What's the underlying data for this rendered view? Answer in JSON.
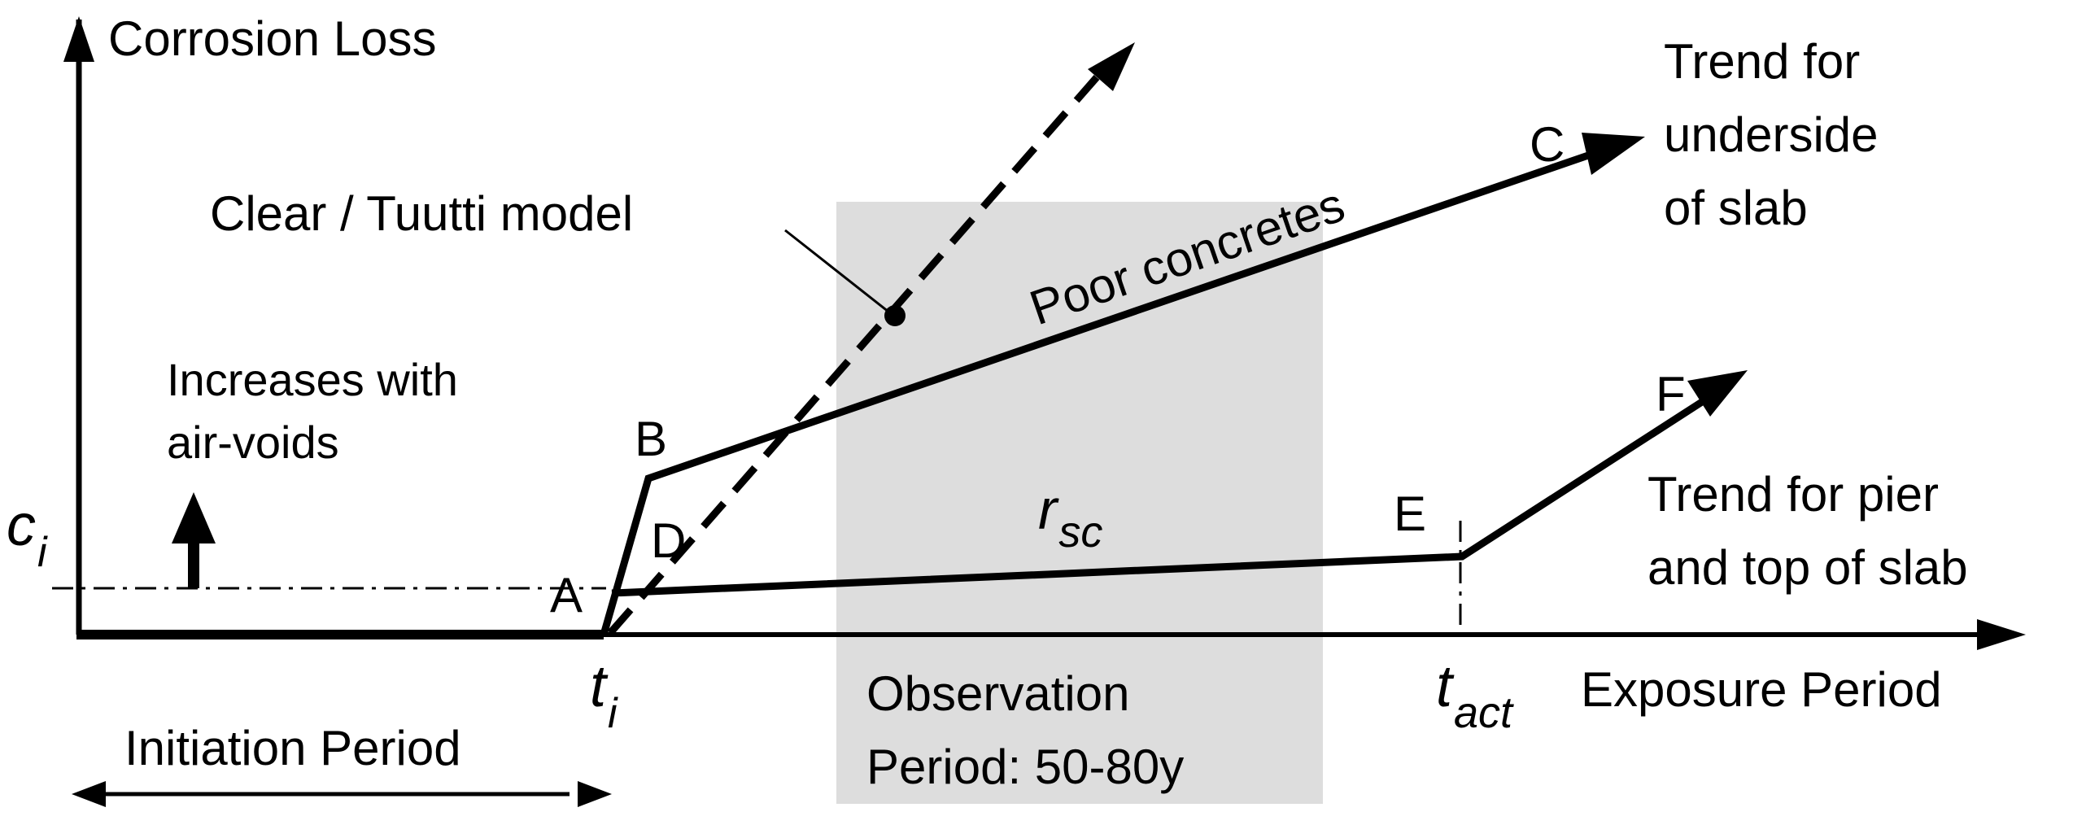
{
  "labels": {
    "y_axis": "Corrosion Loss",
    "x_axis": "Exposure Period",
    "clear_tuutti": "Clear / Tuutti model",
    "poor_concretes": "Poor concretes",
    "trend_underside": [
      "Trend for",
      "underside",
      "of slab"
    ],
    "trend_pier": [
      "Trend for pier",
      "and top of slab"
    ],
    "increases_air_voids": [
      "Increases with",
      "air-voids"
    ],
    "observation": [
      "Observation",
      "Period: 50-80y"
    ],
    "initiation": "Initiation Period",
    "point_a": "A",
    "point_b": "B",
    "point_c": "C",
    "point_d": "D",
    "point_e": "E",
    "point_f": "F",
    "c_base": "c",
    "c_sub": "i",
    "ti_base": "t",
    "ti_sub": "i",
    "tact_base": "t",
    "tact_sub": "act",
    "rsc_base": "r",
    "rsc_sub": "sc"
  },
  "colors": {
    "line": "#000000",
    "observation_band": "#dddddd"
  }
}
